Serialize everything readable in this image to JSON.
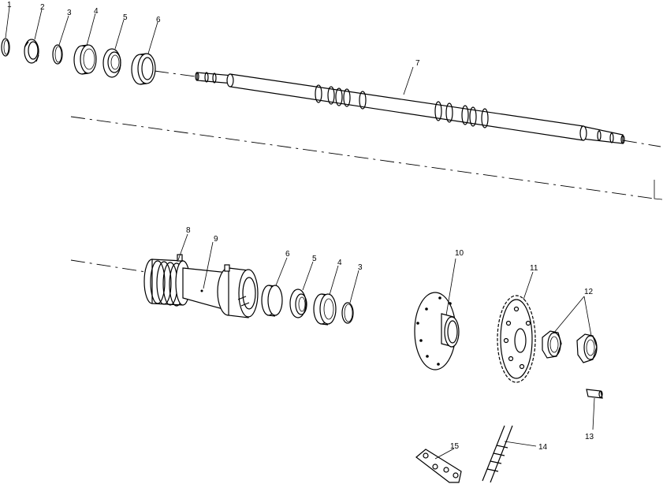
{
  "callouts": {
    "c1": "1",
    "c2": "2",
    "c3": "3",
    "c4": "4",
    "c5": "5",
    "c6": "6",
    "c7": "7",
    "c8": "8",
    "c9": "9",
    "c6b": "6",
    "c5b": "5",
    "c4b": "4",
    "c3b": "3",
    "c10": "10",
    "c11": "11",
    "c12": "12",
    "c13": "13",
    "c14": "14",
    "c15": "15"
  }
}
